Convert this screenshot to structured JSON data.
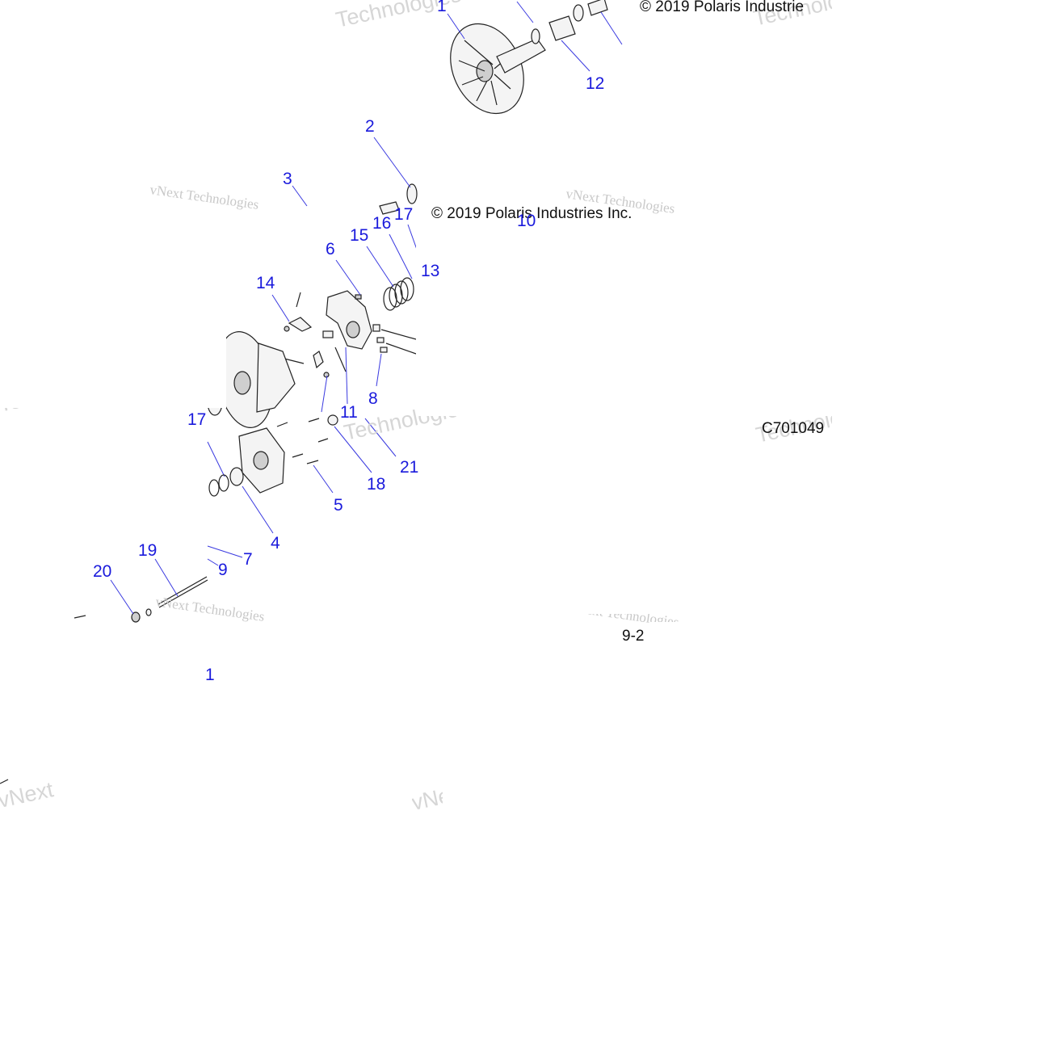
{
  "copyright": "© 2019 Polaris Industrie",
  "copyright_partial": "© 2019 Polaris Industries Inc.",
  "drawing_code": "C701049",
  "drawing_code_partial": "9-2",
  "watermark_small": "vNext Technologies",
  "watermark_large": "Technologies",
  "watermark_vnext": "vNext",
  "callouts": [
    "1",
    "12",
    "2",
    "3",
    "17",
    "10",
    "16",
    "15",
    "13",
    "6",
    "14",
    "8",
    "11",
    "21",
    "17",
    "18",
    "5",
    "4",
    "7",
    "9",
    "19",
    "20",
    "1"
  ]
}
